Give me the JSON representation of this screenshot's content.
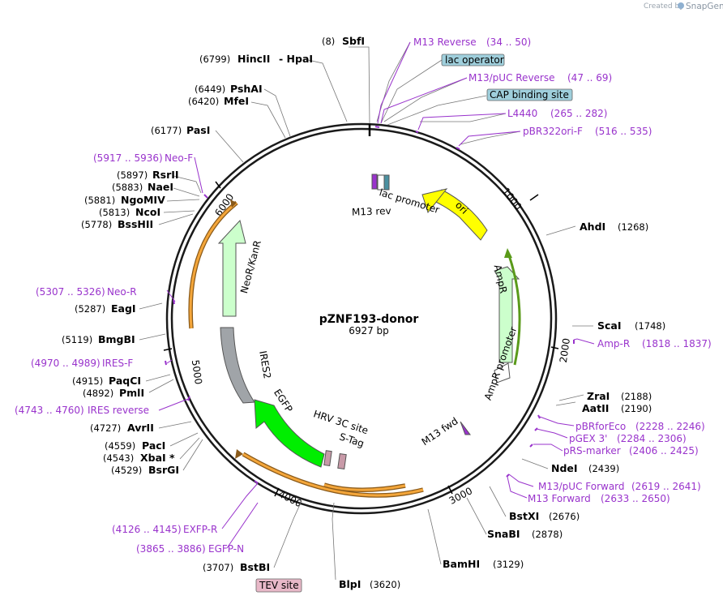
{
  "plasmid": {
    "name": "pZNF193-donor",
    "length_label": "6927 bp"
  },
  "branding": {
    "created_by": "Created by",
    "product": "SnapGene"
  },
  "ticks": [
    "1000",
    "2000",
    "3000",
    "4000",
    "5000",
    "6000"
  ],
  "restriction_sites": [
    {
      "name": "SbfI",
      "pos": "(8)"
    },
    {
      "name": "HincII",
      "pos": "(6799)"
    },
    {
      "name": "- HpaI",
      "pos": ""
    },
    {
      "name": "PshAI",
      "pos": "(6449)"
    },
    {
      "name": "MfeI",
      "pos": "(6420)"
    },
    {
      "name": "PasI",
      "pos": "(6177)"
    },
    {
      "name": "RsrII",
      "pos": "(5897)"
    },
    {
      "name": "NaeI",
      "pos": "(5883)"
    },
    {
      "name": "NgoMIV",
      "pos": "(5881)"
    },
    {
      "name": "NcoI",
      "pos": "(5813)"
    },
    {
      "name": "BssHII",
      "pos": "(5778)"
    },
    {
      "name": "EagI",
      "pos": "(5287)"
    },
    {
      "name": "BmgBI",
      "pos": "(5119)"
    },
    {
      "name": "PaqCI",
      "pos": "(4915)"
    },
    {
      "name": "PmlI",
      "pos": "(4892)"
    },
    {
      "name": "AvrII",
      "pos": "(4727)"
    },
    {
      "name": "PacI",
      "pos": "(4559)"
    },
    {
      "name": "XbaI *",
      "pos": "(4543)"
    },
    {
      "name": "BsrGI",
      "pos": "(4529)"
    },
    {
      "name": "BstBI",
      "pos": "(3707)"
    },
    {
      "name": "BlpI",
      "pos": "(3620)"
    },
    {
      "name": "BamHI",
      "pos": "(3129)"
    },
    {
      "name": "SnaBI",
      "pos": "(2878)"
    },
    {
      "name": "BstXI",
      "pos": "(2676)"
    },
    {
      "name": "NdeI",
      "pos": "(2439)"
    },
    {
      "name": "ZraI",
      "pos": "(2188)"
    },
    {
      "name": "AatII",
      "pos": "(2190)"
    },
    {
      "name": "ScaI",
      "pos": "(1748)"
    },
    {
      "name": "AhdI",
      "pos": "(1268)"
    }
  ],
  "primers": [
    {
      "name": "M13 Reverse",
      "range": "(34 .. 50)"
    },
    {
      "name": "M13/pUC Reverse",
      "range": "(47 .. 69)"
    },
    {
      "name": "L4440",
      "range": "(265 .. 282)"
    },
    {
      "name": "pBR322ori-F",
      "range": "(516 .. 535)"
    },
    {
      "name": "Amp-R",
      "range": "(1818 .. 1837)"
    },
    {
      "name": "pBRforEco",
      "range": "(2228 .. 2246)"
    },
    {
      "name": "pGEX 3'",
      "range": "(2284 .. 2306)"
    },
    {
      "name": "pRS-marker",
      "range": "(2406 .. 2425)"
    },
    {
      "name": "M13/pUC Forward",
      "range": "(2619 .. 2641)"
    },
    {
      "name": "M13 Forward",
      "range": "(2633 .. 2650)"
    },
    {
      "name": "EXFP-R",
      "range": "(4126 .. 4145)"
    },
    {
      "name": "EGFP-N",
      "range": "(3865 .. 3886)"
    },
    {
      "name": "IRES reverse",
      "range": "(4743 .. 4760)"
    },
    {
      "name": "IRES-F",
      "range": "(4970 .. 4989)"
    },
    {
      "name": "Neo-R",
      "range": "(5307 .. 5326)"
    },
    {
      "name": "Neo-F",
      "range": "(5917 .. 5936)"
    }
  ],
  "boxed_features": [
    {
      "name": "lac operator",
      "color": "#9fcfdc"
    },
    {
      "name": "CAP binding site",
      "color": "#9fcfdc"
    },
    {
      "name": "TEV site",
      "color": "#e8b8c8"
    }
  ],
  "features": [
    {
      "name": "ori",
      "color": "#ffff00"
    },
    {
      "name": "AmpR",
      "color": "#ccffcc"
    },
    {
      "name": "AmpR promoter",
      "color": "#ffffff"
    },
    {
      "name": "NeoR/KanR",
      "color": "#ccffcc"
    },
    {
      "name": "IRES2",
      "color": "#a0a4a8"
    },
    {
      "name": "EGFP",
      "color": "#00ee00"
    },
    {
      "name": "HRV 3C site",
      "color": "#c89aa8"
    },
    {
      "name": "S-Tag",
      "color": "#c89aa8"
    },
    {
      "name": "lac promoter",
      "color": "#ffffff"
    },
    {
      "name": "M13 rev",
      "color": "#9933cc"
    },
    {
      "name": "M13 fwd",
      "color": "#9933cc"
    }
  ],
  "colors": {
    "primer": "#9933cc",
    "orf": "#f4a63a",
    "backbone": "#000000"
  }
}
